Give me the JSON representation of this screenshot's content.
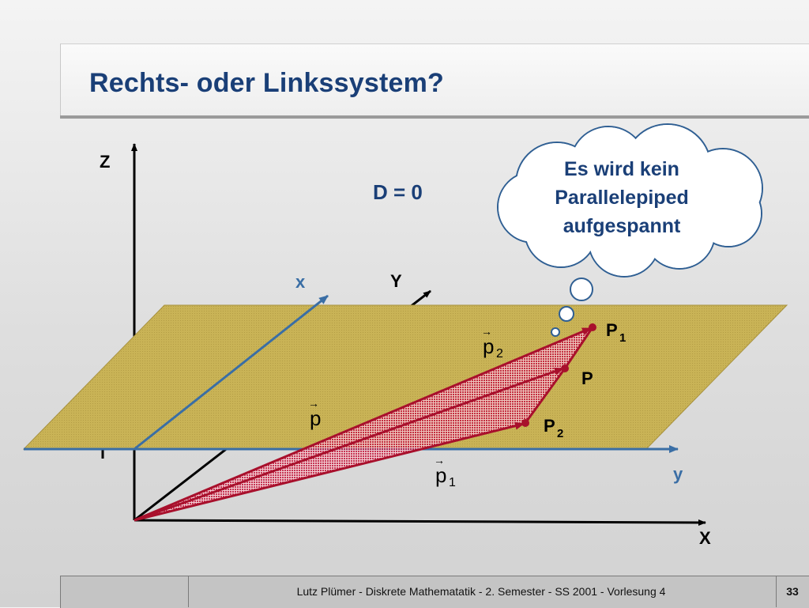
{
  "slide": {
    "title": "Rechts- oder Linkssystem?",
    "page_number": "33"
  },
  "footer": {
    "text": "Lutz Plümer  -  Diskrete Mathematatik  -  2. Semester  -  SS 2001  -  Vorlesung 4"
  },
  "diagram": {
    "determinant_label": "D = 0",
    "axis_labels": {
      "z_upper": "Z",
      "y_upper": "Y",
      "x_upper": "X",
      "x_lower": "x",
      "y_lower": "y"
    },
    "vector_labels": {
      "p": "p",
      "p1": "p",
      "p1_sub": "1",
      "p2": "p",
      "p2_sub": "2",
      "arrow": "→"
    },
    "point_labels": {
      "P": "P",
      "P1": "P",
      "P1_sub": "1",
      "P2": "P",
      "P2_sub": "2"
    },
    "thought_bubble": {
      "lines": [
        "Es wird kein",
        "Parallelepiped",
        "aufgespannt"
      ]
    },
    "colors": {
      "plane": "#c9b356",
      "vectors": "#a8102c",
      "lower_axes": "#3a6ea5",
      "title": "#1a3f77",
      "axes": "#000000"
    }
  }
}
